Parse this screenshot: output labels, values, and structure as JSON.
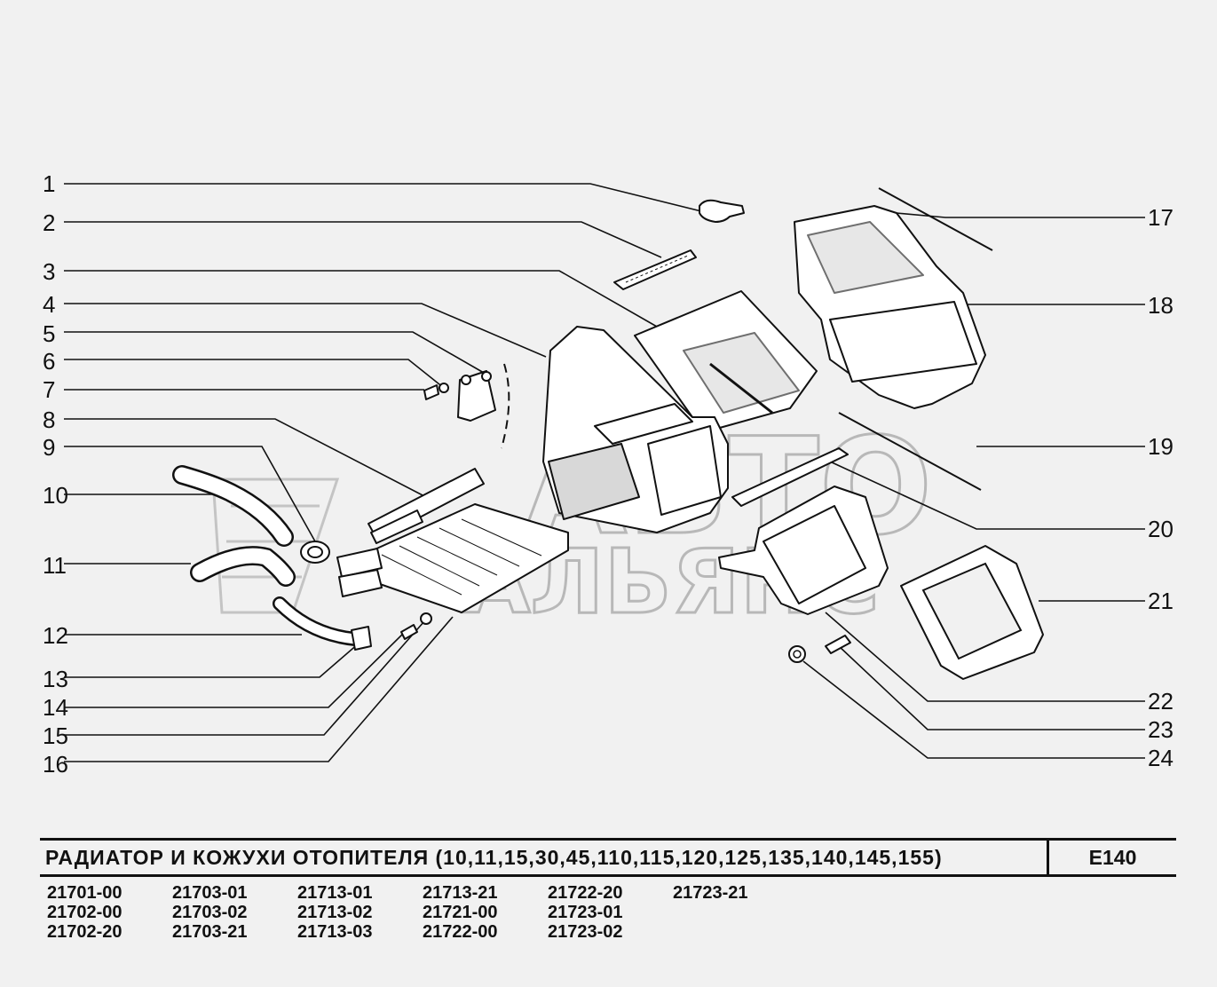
{
  "callouts_left": [
    "1",
    "2",
    "3",
    "4",
    "5",
    "6",
    "7",
    "8",
    "9",
    "10",
    "11",
    "12",
    "13",
    "14",
    "15",
    "16"
  ],
  "callouts_right": [
    "17",
    "18",
    "19",
    "20",
    "21",
    "22",
    "23",
    "24"
  ],
  "watermark": {
    "line1": "АВТО",
    "line2": "АЛЬЯНС"
  },
  "title": {
    "text": "РАДИАТОР И КОЖУХИ ОТОПИТЕЛЯ (10,11,15,30,45,110,115,120,125,135,140,145,155)",
    "code": "E140"
  },
  "model_codes": {
    "columns": [
      [
        "21701-00",
        "21702-00",
        "21702-20"
      ],
      [
        "21703-01",
        "21703-02",
        "21703-21"
      ],
      [
        "21713-01",
        "21713-02",
        "21713-03"
      ],
      [
        "21713-21",
        "21721-00",
        "21722-00"
      ],
      [
        "21722-20",
        "21723-01",
        "21723-02"
      ],
      [
        "21723-21"
      ]
    ]
  }
}
